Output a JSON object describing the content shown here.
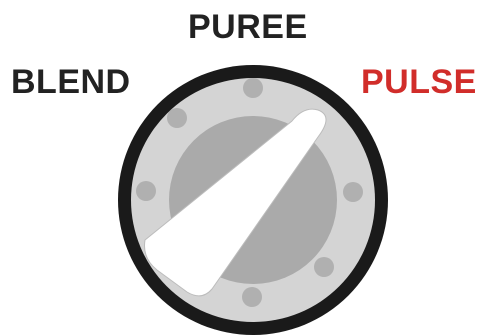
{
  "knob": {
    "labels": {
      "puree": "PUREE",
      "blend": "BLEND",
      "pulse": "PULSE"
    },
    "selected_setting": "PULSE",
    "icon": "rotary-dial-icon",
    "colors": {
      "label_text": "#222222",
      "selected_label": "#d12d2a",
      "outer_ring": "#1a1a1a",
      "dial_face": "#d4d4d4",
      "inner_hub": "#aaaaaa",
      "indicator_dots": "#b0b0b0",
      "pointer": "#ffffff"
    }
  }
}
